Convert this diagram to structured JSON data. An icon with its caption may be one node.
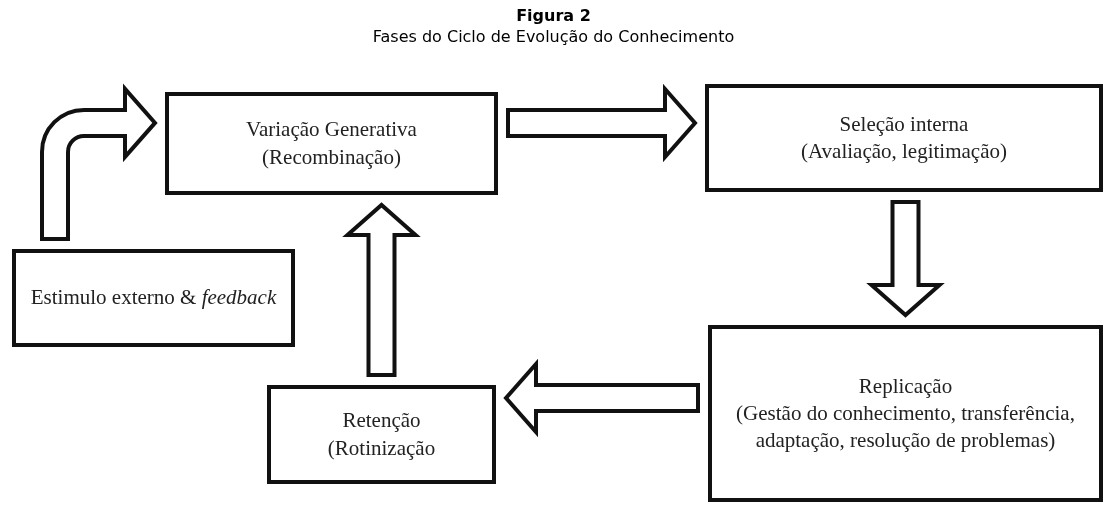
{
  "diagram": {
    "title": "Figura 2",
    "caption": "Fases do Ciclo de Evolução do Conhecimento",
    "nodes": [
      {
        "text": [
          "Variação Generativa",
          "(Recombinação)"
        ]
      },
      {
        "text": [
          "Seleção interna",
          "(Avaliação, legitimação)"
        ]
      },
      {
        "text": [
          "Estimulo externo & *feedback*"
        ]
      },
      {
        "text": [
          "Retenção",
          "(Rotinização"
        ]
      },
      {
        "text": [
          "Replicação",
          "(Gestão do conhecimento, transferência, adaptação, resolução de problemas)"
        ]
      }
    ],
    "edges": [
      {
        "from": 2,
        "to": 0,
        "arrow": "to"
      },
      {
        "from": 0,
        "to": 1,
        "arrow": "to"
      },
      {
        "from": 1,
        "to": 4,
        "arrow": "to"
      },
      {
        "from": 4,
        "to": 3,
        "arrow": "to"
      },
      {
        "from": 3,
        "to": 0,
        "arrow": "to"
      }
    ]
  }
}
